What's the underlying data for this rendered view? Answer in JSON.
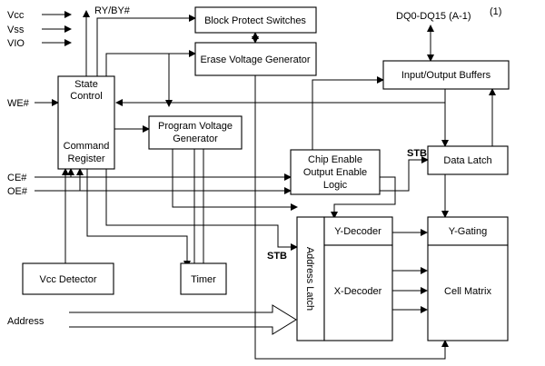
{
  "pins": {
    "vcc": "Vcc",
    "vss": "Vss",
    "vio": "VIO",
    "ry_by": "RY/BY#",
    "we": "WE#",
    "ce": "CE#",
    "oe": "OE#",
    "address": "Address",
    "dq": "DQ0-DQ15 (A-1)",
    "dq_note": "(1)"
  },
  "blocks": {
    "block_protect": "Block Protect Switches",
    "erase_voltage": "Erase Voltage Generator",
    "state_control_1": "State",
    "state_control_2": "Control",
    "command_register_1": "Command",
    "command_register_2": "Register",
    "program_voltage_1": "Program Voltage",
    "program_voltage_2": "Generator",
    "io_buffers": "Input/Output Buffers",
    "chip_enable_1": "Chip Enable",
    "chip_enable_2": "Output Enable",
    "chip_enable_3": "Logic",
    "data_latch": "Data Latch",
    "y_decoder": "Y-Decoder",
    "y_gating": "Y-Gating",
    "x_decoder": "X-Decoder",
    "cell_matrix": "Cell Matrix",
    "address_latch": "Address Latch",
    "vcc_detector": "Vcc Detector",
    "timer": "Timer"
  },
  "signals": {
    "stb_top": "STB",
    "stb_left": "STB"
  }
}
